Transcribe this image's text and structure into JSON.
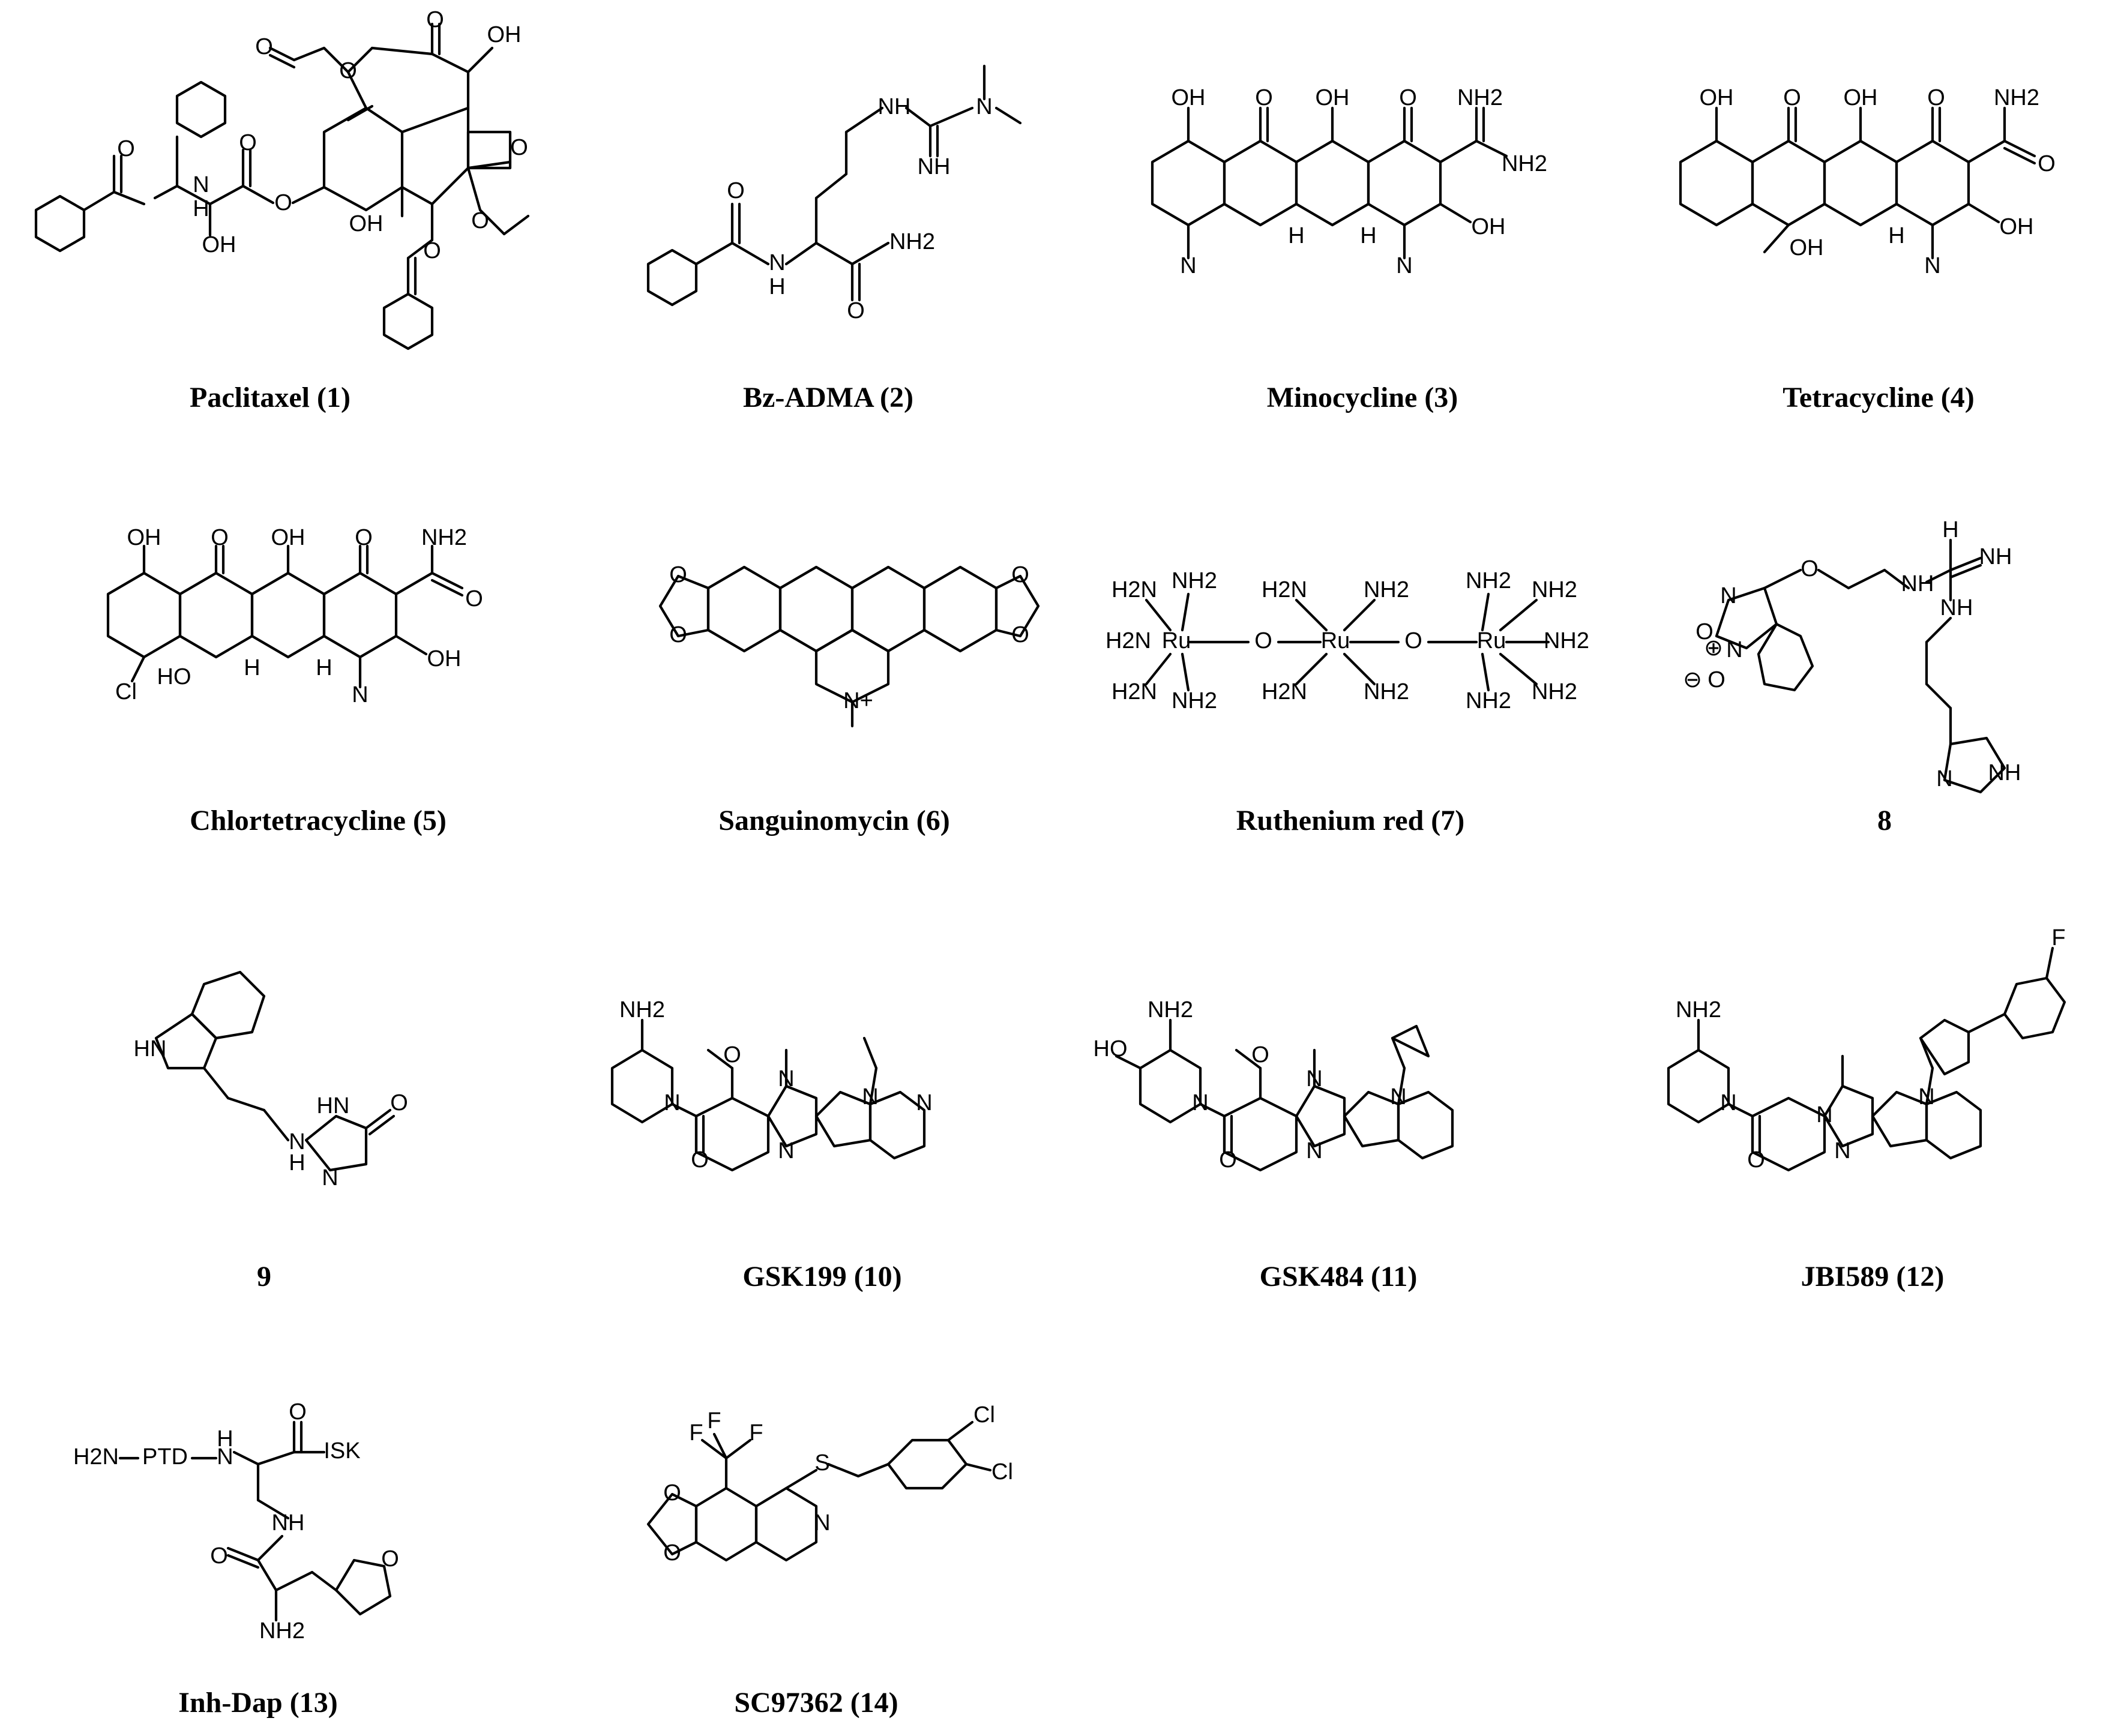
{
  "compounds": [
    {
      "caption": "Paclitaxel (1)"
    },
    {
      "caption": "Bz-ADMA (2)"
    },
    {
      "caption": "Minocycline (3)"
    },
    {
      "caption": "Tetracycline (4)"
    },
    {
      "caption": "Chlortetracycline (5)"
    },
    {
      "caption": "Sanguinomycin (6)"
    },
    {
      "caption": "Ruthenium red (7)"
    },
    {
      "caption": "8"
    },
    {
      "caption": "9"
    },
    {
      "caption": "GSK199 (10)"
    },
    {
      "caption": "GSK484 (11)"
    },
    {
      "caption": "JBI589 (12)"
    },
    {
      "caption": "Inh-Dap (13)"
    },
    {
      "caption": "SC97362 (14)"
    }
  ],
  "atom_labels": {
    "OH": "OH",
    "O": "O",
    "N": "N",
    "H": "H",
    "HN": "HN",
    "NH": "NH",
    "NH2": "NH2",
    "H2N": "H2N",
    "Ru": "Ru",
    "Cl": "Cl",
    "F": "F",
    "S": "S",
    "N+": "N+",
    "PTD": "PTD",
    "ISK": "ISK",
    "HO": "HO",
    "plus": "⊕",
    "minus": "⊖"
  }
}
